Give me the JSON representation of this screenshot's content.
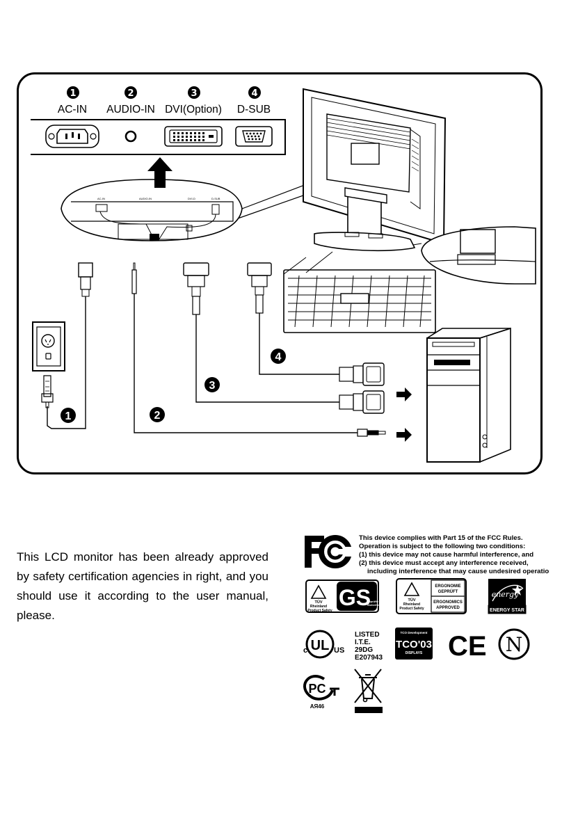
{
  "diagram": {
    "ports": [
      {
        "num": "1",
        "label": "AC-IN"
      },
      {
        "num": "2",
        "label": "AUDIO-IN"
      },
      {
        "num": "3",
        "label": "DVI(Option)"
      },
      {
        "num": "4",
        "label": "D-SUB"
      }
    ],
    "cable_steps": [
      "1",
      "2",
      "3",
      "4"
    ]
  },
  "intro_text": "This LCD monitor has been already approved by safety certification agencies in right, and you should use it according to the user manual, please.",
  "fcc": {
    "logo": "FC",
    "lines": [
      "This device complies with Part 15 of the FCC Rules.",
      "Operation is subject to the following two conditions:",
      "(1) this device may not cause harmful interference, and",
      "(2) this device must accept any interference received,",
      "     including interference that may cause undesired operation."
    ]
  },
  "marks": {
    "tuv_gs": {
      "tuv": "TÜV",
      "line1": "Rheinland",
      "line2": "Product Safety",
      "gs": "GS",
      "small1": "geprüfte",
      "small2": "Sicherheit"
    },
    "tuv_ergo": {
      "tuv": "TÜV",
      "line1": "Rheinland",
      "line2": "Product Safety",
      "ergo1": "ERGONOMIE",
      "ergo2": "GEPRÜFT",
      "ergo3": "ERGONOMICS",
      "ergo4": "APPROVED"
    },
    "energy_star": {
      "script": "energy",
      "label": "ENERGY STAR"
    },
    "ul": {
      "c": "c",
      "ul": "UL",
      "us": "US",
      "listed": [
        "LISTED",
        "I.T.E.",
        "29DG",
        "E207943"
      ]
    },
    "tco": {
      "label": "TCO'03",
      "sub": "DISPLAYS",
      "top": "TCO Development"
    },
    "ce": "CE",
    "n": "N",
    "pct": {
      "code": "AЯ46"
    }
  }
}
